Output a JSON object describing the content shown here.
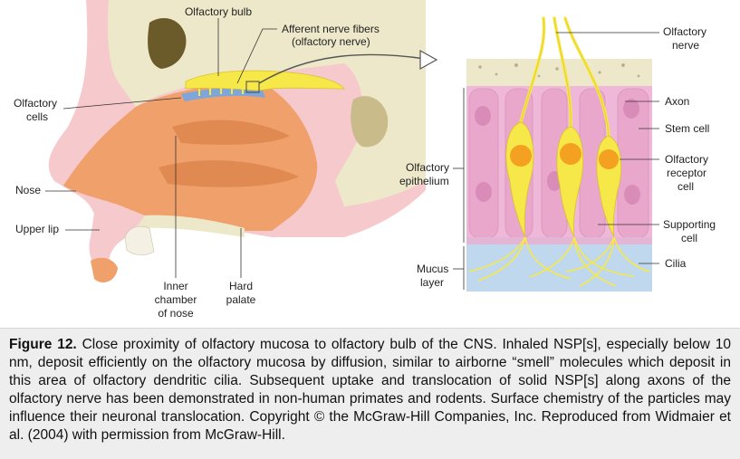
{
  "figure": {
    "labels": {
      "olfactory_bulb": "Olfactory bulb",
      "afferent_1": "Afferent nerve fibers",
      "afferent_2": "(olfactory nerve)",
      "olfactory_cells_1": "Olfactory",
      "olfactory_cells_2": "cells",
      "nose": "Nose",
      "upper_lip": "Upper lip",
      "inner_1": "Inner",
      "inner_2": "chamber",
      "inner_3": "of nose",
      "hard_1": "Hard",
      "hard_2": "palate",
      "epithelium_1": "Olfactory",
      "epithelium_2": "epithelium",
      "mucus_1": "Mucus",
      "mucus_2": "layer",
      "nerve_1": "Olfactory",
      "nerve_2": "nerve",
      "axon": "Axon",
      "stem_cell": "Stem cell",
      "receptor_1": "Olfactory",
      "receptor_2": "receptor",
      "receptor_3": "cell",
      "supporting_1": "Supporting",
      "supporting_2": "cell",
      "cilia": "Cilia"
    },
    "colors": {
      "nasal_tissue": "#f0a06a",
      "skin": "#f6c9cc",
      "bone": "#ede8c9",
      "nerve": "#f7e84a",
      "epithelium": "#f0b8d8",
      "mucus": "#bfd8ee",
      "receptor_nucleus": "#f4a020"
    }
  },
  "caption": {
    "label": "Figure 12.",
    "text": " Close proximity of olfactory mucosa to olfactory bulb of the CNS. Inhaled NSP[s], especially below 10 nm, deposit efficiently on the olfactory mucosa by diffusion, similar to airborne “smell” molecules which deposit in this area of olfactory dendritic cilia. Subsequent uptake and translocation of solid NSP[s] along axons of the olfactory nerve has been demonstrated in non-human primates and rodents. Surface chemistry of the particles may influence their neuronal translocation. Copyright © the McGraw-Hill Companies, Inc. Reproduced from Widmaier et al. (2004) with permission from McGraw-Hill."
  }
}
